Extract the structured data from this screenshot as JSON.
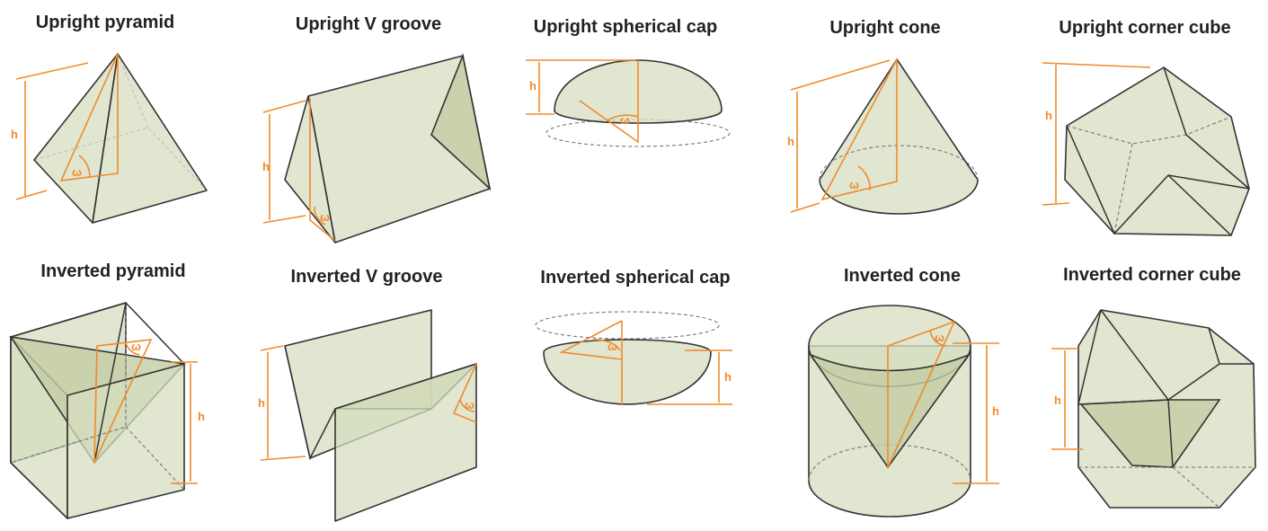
{
  "shapes": [
    {
      "title": "Upright pyramid"
    },
    {
      "title": "Upright V groove"
    },
    {
      "title": "Upright spherical cap"
    },
    {
      "title": "Upright cone"
    },
    {
      "title": "Upright corner cube"
    },
    {
      "title": "Inverted pyramid"
    },
    {
      "title": "Inverted V groove"
    },
    {
      "title": "Inverted spherical cap"
    },
    {
      "title": "Inverted cone"
    },
    {
      "title": "Inverted corner cube"
    }
  ],
  "labels": {
    "height": "h",
    "angle": "ω"
  },
  "colors": {
    "accent": "#f08a2c",
    "fill": "#d6ddc0",
    "edge": "#333333"
  }
}
